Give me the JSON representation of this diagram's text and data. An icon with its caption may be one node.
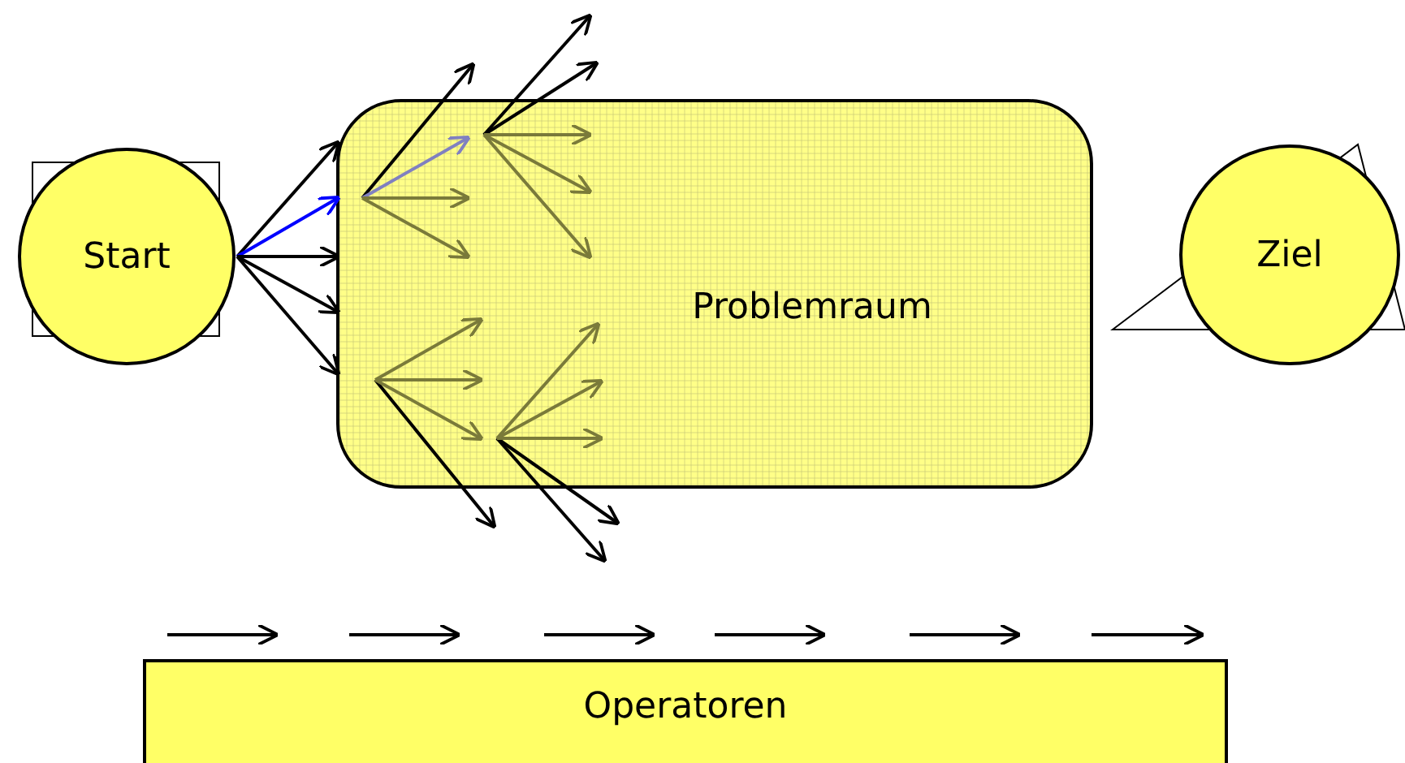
{
  "diagram": {
    "nodes": [
      {
        "text": [
          "Start"
        ]
      },
      {
        "text": [
          "Problemraum"
        ]
      },
      {
        "text": [
          "Ziel"
        ]
      },
      {
        "text": [
          "Operatoren"
        ]
      }
    ],
    "edges": [
      {
        "from": 0,
        "to": 1,
        "arrow": "to"
      },
      {
        "from": 0,
        "to": 1,
        "arrow": "to",
        "color": "#0000ff"
      },
      {
        "from": 0,
        "to": 1,
        "arrow": "to"
      },
      {
        "from": 0,
        "to": 1,
        "arrow": "to"
      },
      {
        "from": 0,
        "to": 1,
        "arrow": "to"
      },
      {
        "from": 1,
        "to": null,
        "arrow": "to"
      },
      {
        "from": 1,
        "to": null,
        "arrow": "to"
      },
      {
        "from": 1,
        "to": null,
        "arrow": "to"
      },
      {
        "from": 1,
        "to": null,
        "arrow": "to"
      },
      {
        "from": 1,
        "to": null,
        "arrow": "to"
      },
      {
        "from": 1,
        "to": null,
        "arrow": "to"
      }
    ]
  }
}
